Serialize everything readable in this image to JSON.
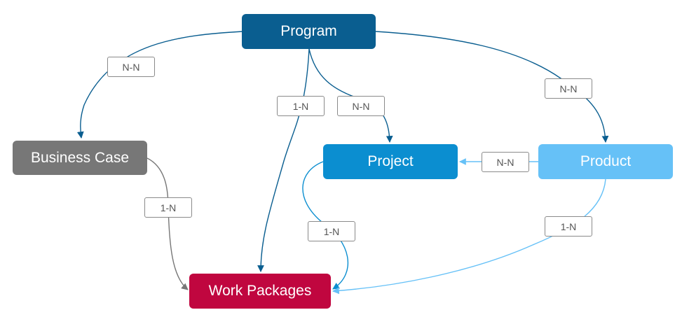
{
  "nodes": {
    "program": {
      "label": "Program",
      "color": "#0a5e90"
    },
    "business_case": {
      "label": "Business Case",
      "color": "#777777"
    },
    "project": {
      "label": "Project",
      "color": "#0b8ed0"
    },
    "product": {
      "label": "Product",
      "color": "#66c1f7"
    },
    "work_packages": {
      "label": "Work Packages",
      "color": "#c0063f"
    }
  },
  "edges": {
    "program_business_case": {
      "label": "N-N",
      "color": "#0a5e90"
    },
    "program_work_packages": {
      "label": "1-N",
      "color": "#0a5e90"
    },
    "program_project": {
      "label": "N-N",
      "color": "#0a5e90"
    },
    "program_product": {
      "label": "N-N",
      "color": "#0a5e90"
    },
    "product_project": {
      "label": "N-N",
      "color": "#66c1f7"
    },
    "business_case_work_packages": {
      "label": "1-N",
      "color": "#777777"
    },
    "project_work_packages": {
      "label": "1-N",
      "color": "#0b8ed0"
    },
    "product_work_packages": {
      "label": "1-N",
      "color": "#66c1f7"
    }
  }
}
